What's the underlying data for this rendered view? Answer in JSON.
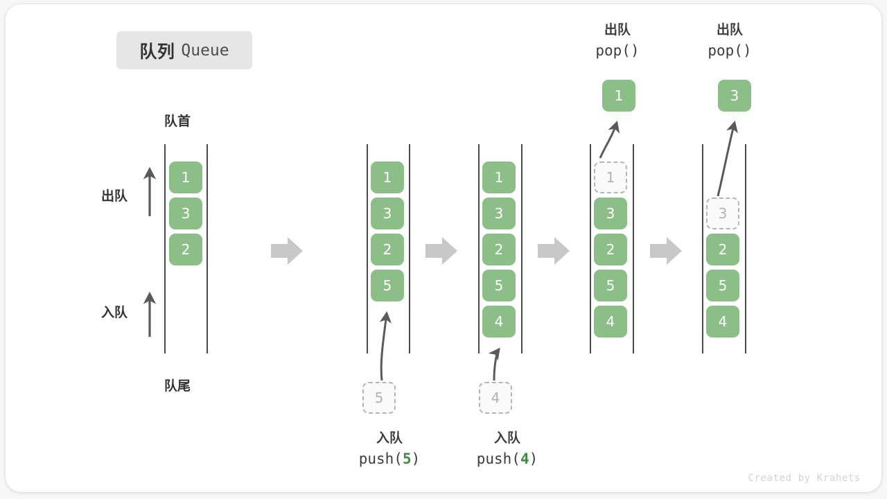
{
  "title": {
    "cn": "队列",
    "en": "Queue"
  },
  "labels": {
    "head": "队首",
    "tail": "队尾",
    "dequeue": "出队",
    "enqueue": "入队"
  },
  "watermark": "Created by Krahets",
  "colors": {
    "element_green": "#8bbf87",
    "ghost_gray": "#b3b3b3",
    "rail": "#4a4a4a",
    "flow_arrow": "#c8c8c8",
    "chip_bg": "#e6e6e6",
    "text": "#333333",
    "accent_code": "#3e8e41"
  },
  "operations": [
    {
      "cn": "入队",
      "fn_prefix": "push(",
      "arg": "5",
      "fn_suffix": ")"
    },
    {
      "cn": "入队",
      "fn_prefix": "push(",
      "arg": "4",
      "fn_suffix": ")"
    },
    {
      "cn": "出队",
      "fn_prefix": "pop(",
      "arg": "",
      "fn_suffix": ")"
    },
    {
      "cn": "出队",
      "fn_prefix": "pop(",
      "arg": "",
      "fn_suffix": ")"
    }
  ],
  "states": [
    {
      "id": "state-initial",
      "caption": "",
      "elements": [
        {
          "value": "1",
          "state": "solid"
        },
        {
          "value": "3",
          "state": "solid"
        },
        {
          "value": "2",
          "state": "solid"
        }
      ]
    },
    {
      "id": "state-after-push-5",
      "caption": "入队 push(5)",
      "incoming": "5",
      "elements": [
        {
          "value": "1",
          "state": "solid"
        },
        {
          "value": "3",
          "state": "solid"
        },
        {
          "value": "2",
          "state": "solid"
        },
        {
          "value": "5",
          "state": "solid"
        }
      ]
    },
    {
      "id": "state-after-push-4",
      "caption": "入队 push(4)",
      "incoming": "4",
      "elements": [
        {
          "value": "1",
          "state": "solid"
        },
        {
          "value": "3",
          "state": "solid"
        },
        {
          "value": "2",
          "state": "solid"
        },
        {
          "value": "5",
          "state": "solid"
        },
        {
          "value": "4",
          "state": "solid"
        }
      ]
    },
    {
      "id": "state-after-pop-1",
      "caption": "出队 pop()",
      "outgoing": "1",
      "elements": [
        {
          "value": "1",
          "state": "ghost"
        },
        {
          "value": "3",
          "state": "solid"
        },
        {
          "value": "2",
          "state": "solid"
        },
        {
          "value": "5",
          "state": "solid"
        },
        {
          "value": "4",
          "state": "solid"
        }
      ]
    },
    {
      "id": "state-after-pop-3",
      "caption": "出队 pop()",
      "outgoing": "3",
      "elements": [
        {
          "value": "3",
          "state": "ghost"
        },
        {
          "value": "2",
          "state": "solid"
        },
        {
          "value": "5",
          "state": "solid"
        },
        {
          "value": "4",
          "state": "solid"
        }
      ]
    }
  ]
}
